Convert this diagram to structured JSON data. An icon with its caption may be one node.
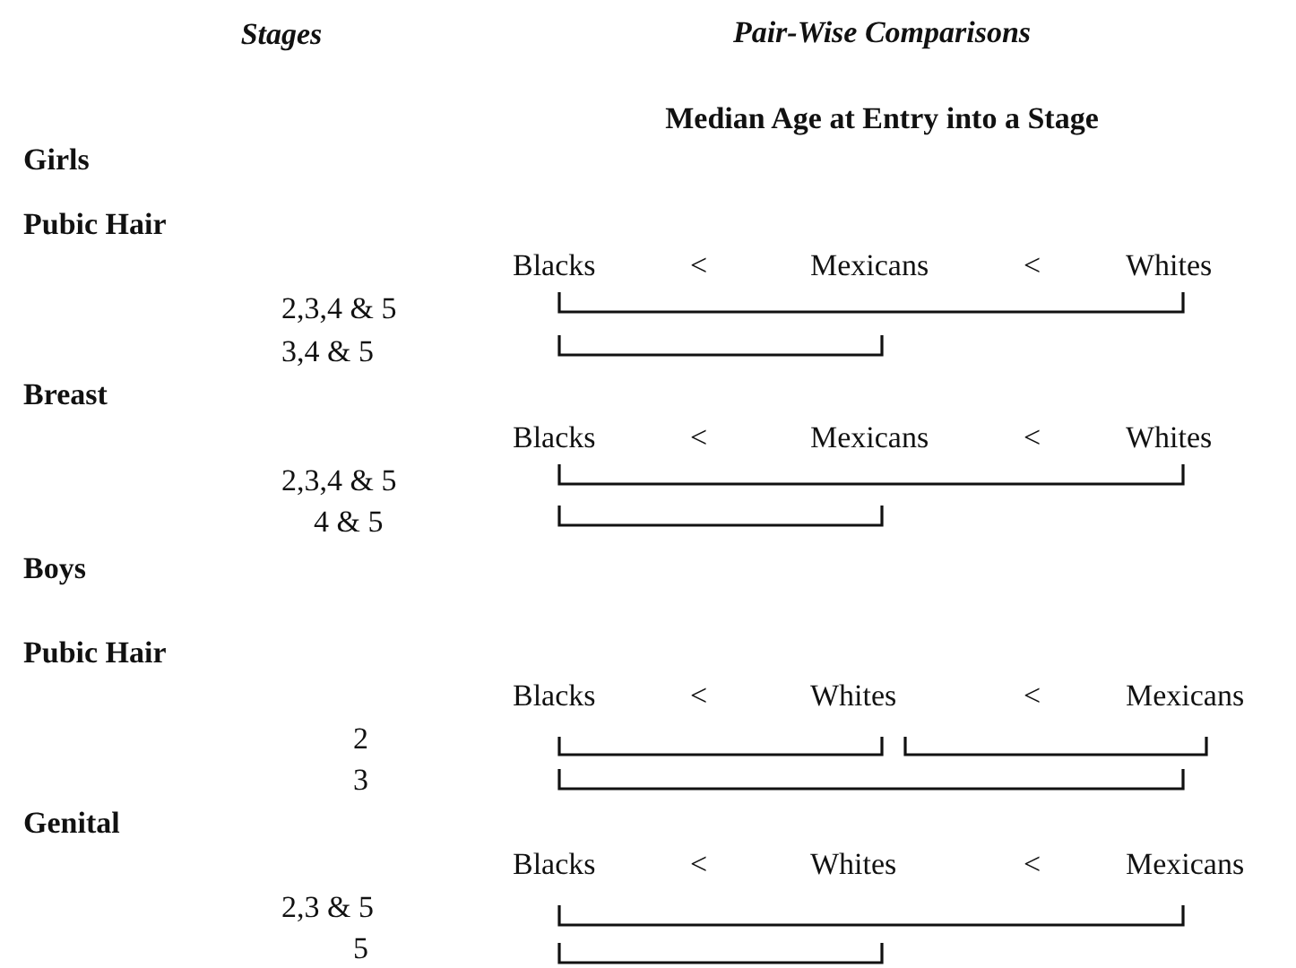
{
  "diagram": {
    "title": "Median Age at Entry into a Stage",
    "labels": [
      "Stages",
      "Pair-Wise Comparisons",
      "Girls",
      "Pubic Hair",
      "Blacks",
      "<",
      "Mexicans",
      "<",
      "Whites",
      "2,3,4 & 5",
      "3,4 & 5",
      "Breast",
      "Blacks",
      "<",
      "Mexicans",
      "<",
      "Whites",
      "2,3,4 & 5",
      "4 & 5",
      "Boys",
      "Pubic Hair",
      "Blacks",
      "<",
      "Whites",
      "<",
      "Mexicans",
      "2",
      "3",
      "Genital",
      "Blacks",
      "<",
      "Whites",
      "<",
      "Mexicans",
      "2,3 & 5",
      "5"
    ]
  }
}
